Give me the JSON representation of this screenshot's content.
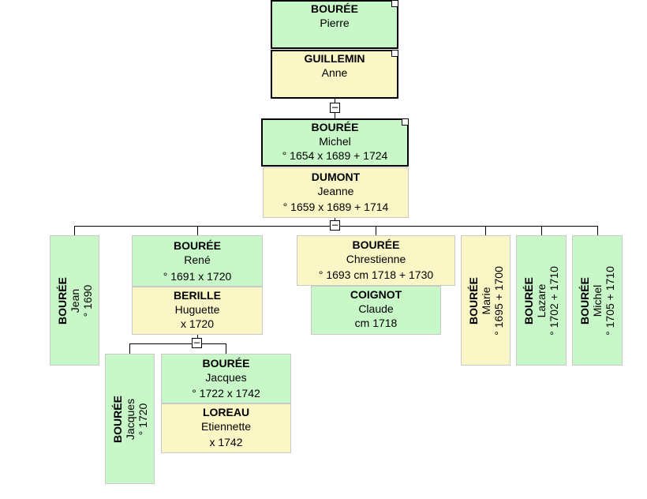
{
  "people": {
    "pierre": {
      "surname": "BOURÉE",
      "given": "Pierre"
    },
    "anne": {
      "surname": "GUILLEMIN",
      "given": "Anne"
    },
    "michel": {
      "surname": "BOURÉE",
      "given": "Michel",
      "dates": "° 1654  x 1689  + 1724"
    },
    "jeanne": {
      "surname": "DUMONT",
      "given": "Jeanne",
      "dates": "° 1659  x 1689  + 1714"
    },
    "jean": {
      "surname": "BOURÉE",
      "given": "Jean",
      "dates": "° 1690"
    },
    "rene": {
      "surname": "BOURÉE",
      "given": "René",
      "dates": "° 1691  x 1720"
    },
    "huguette": {
      "surname": "BERILLE",
      "given": "Huguette",
      "dates": "x 1720"
    },
    "chrestienne": {
      "surname": "BOURÉE",
      "given": "Chrestienne",
      "dates": "° 1693  cm 1718  + 1730"
    },
    "claude": {
      "surname": "COIGNOT",
      "given": "Claude",
      "dates": "cm 1718"
    },
    "marie": {
      "surname": "BOURÉE",
      "given": "Marie",
      "dates": "° 1695 + 1700"
    },
    "lazare": {
      "surname": "BOURÉE",
      "given": "Lazare",
      "dates": "° 1702  + 1710"
    },
    "michel2": {
      "surname": "BOURÉE",
      "given": "Michel",
      "dates": "° 1705  + 1710"
    },
    "jacques1": {
      "surname": "BOURÉE",
      "given": "Jacques",
      "dates": "° 1720"
    },
    "jacques2": {
      "surname": "BOURÉE",
      "given": "Jacques",
      "dates": "° 1722  x 1742"
    },
    "etiennette": {
      "surname": "LOREAU",
      "given": "Etiennette",
      "dates": "x 1742"
    }
  },
  "toggle_symbol": "−",
  "colors": {
    "male": "#c8f7c8",
    "female": "#fbf6c5",
    "line": "#000000"
  }
}
